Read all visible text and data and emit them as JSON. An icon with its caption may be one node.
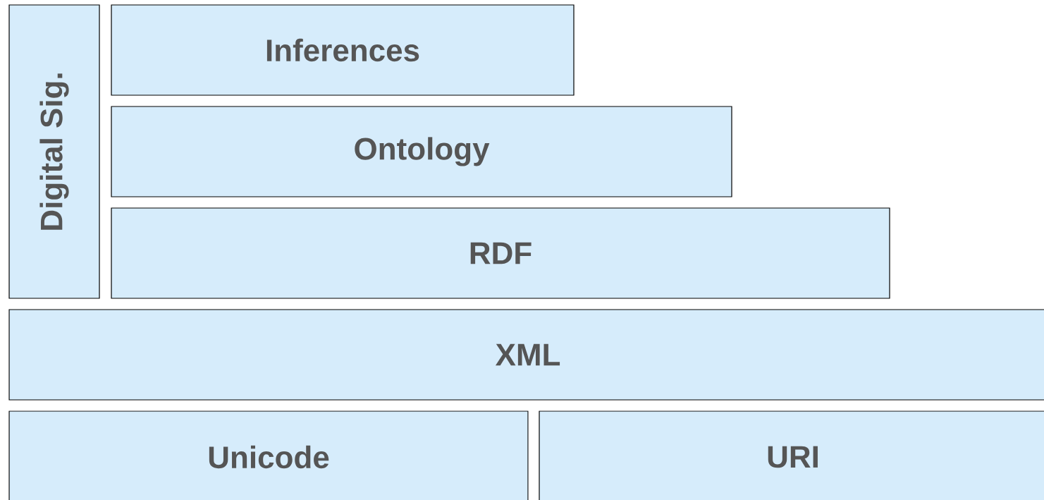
{
  "diagram": {
    "nodes": [
      {
        "text": [
          "Digital Sig."
        ]
      },
      {
        "text": [
          "Inferences"
        ]
      },
      {
        "text": [
          "Ontology"
        ]
      },
      {
        "text": [
          "RDF"
        ]
      },
      {
        "text": [
          "XML"
        ]
      },
      {
        "text": [
          "Unicode"
        ]
      },
      {
        "text": [
          "URI"
        ]
      }
    ]
  }
}
